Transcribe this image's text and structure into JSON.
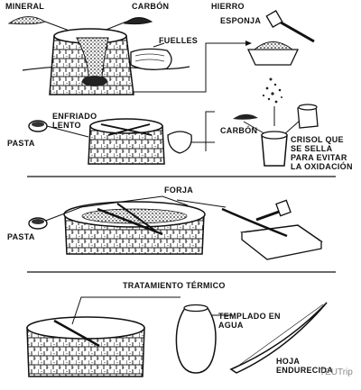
{
  "labels": {
    "mineral": "MINERAL",
    "carbon_top": "CARBÓN",
    "hierro": "HIERRO",
    "esponja": "ESPONJA",
    "fuelles": "FUELLES",
    "enfriado_lento": "ENFRIADO\nLENTO",
    "pasta_1": "PASTA",
    "carbon_mid": "CARBÓN",
    "crisol": "CRISOL QUE\nSE SELLA\nPARA EVITAR\nLA OXIDACIÓN",
    "forja": "FORJA",
    "pasta_2": "PASTA",
    "tratamiento": "TRATAMIENTO  TÉRMICO",
    "templado": "TEMPLADO EN\nAGUA",
    "hoja": "HOJA\nENDURECIDA"
  },
  "watermark": "TEUTrip"
}
